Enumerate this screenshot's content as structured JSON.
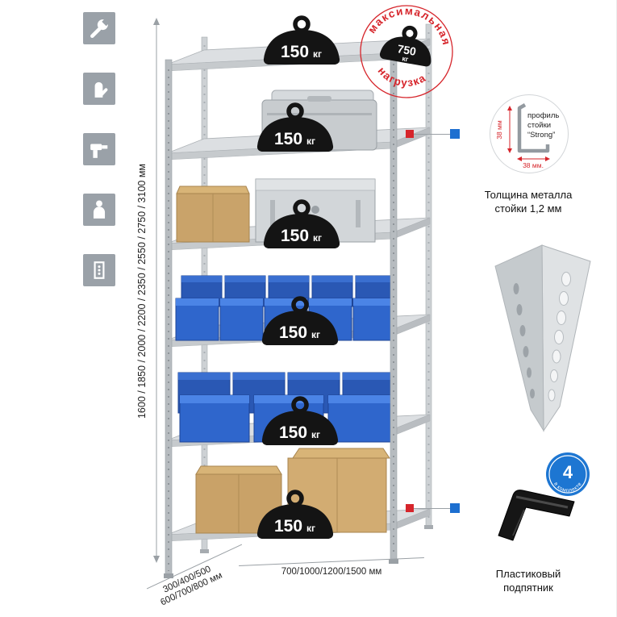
{
  "page": {
    "background": "#ffffff"
  },
  "feature_icons": [
    {
      "name": "wrench-icon"
    },
    {
      "name": "glove-icon"
    },
    {
      "name": "drill-icon"
    },
    {
      "name": "person-icon"
    },
    {
      "name": "rack-profile-icon"
    }
  ],
  "dimensions": {
    "height_label": "1600 / 1850 / 2000 / 2200 / 2350 / 2550 / 2750 / 3100 мм",
    "depth_label_line1": "300/400/500",
    "depth_label_line2": "600/700/800 мм",
    "width_label": "700/1000/1200/1500 мм"
  },
  "rack": {
    "shelf_count": 6,
    "shelf_load_value": "150",
    "shelf_load_unit": "кг"
  },
  "max_load_stamp": {
    "arc_top": "максимальная",
    "arc_bottom": "нагрузка",
    "value": "750",
    "unit": "кг",
    "color": "#d6252b"
  },
  "profile_detail": {
    "label_line1": "профиль",
    "label_line2": "стойки",
    "label_line3": "“Strong”",
    "dim_vertical": "38 мм",
    "dim_horizontal": "38 мм.",
    "caption_line1": "Толщина металла",
    "caption_line2": "стойки 1,2 мм"
  },
  "foot_detail": {
    "badge_value": "4",
    "badge_arc_text": "в комплекте",
    "caption_line1": "Пластиковый",
    "caption_line2": "подпятник"
  },
  "colors": {
    "accent_red": "#d6252b",
    "accent_blue": "#1d6fd0",
    "metal_light": "#dfe2e4",
    "metal_mid": "#c5cacd",
    "bin_blue": "#2f66cc",
    "box_brown": "#c9a268"
  }
}
